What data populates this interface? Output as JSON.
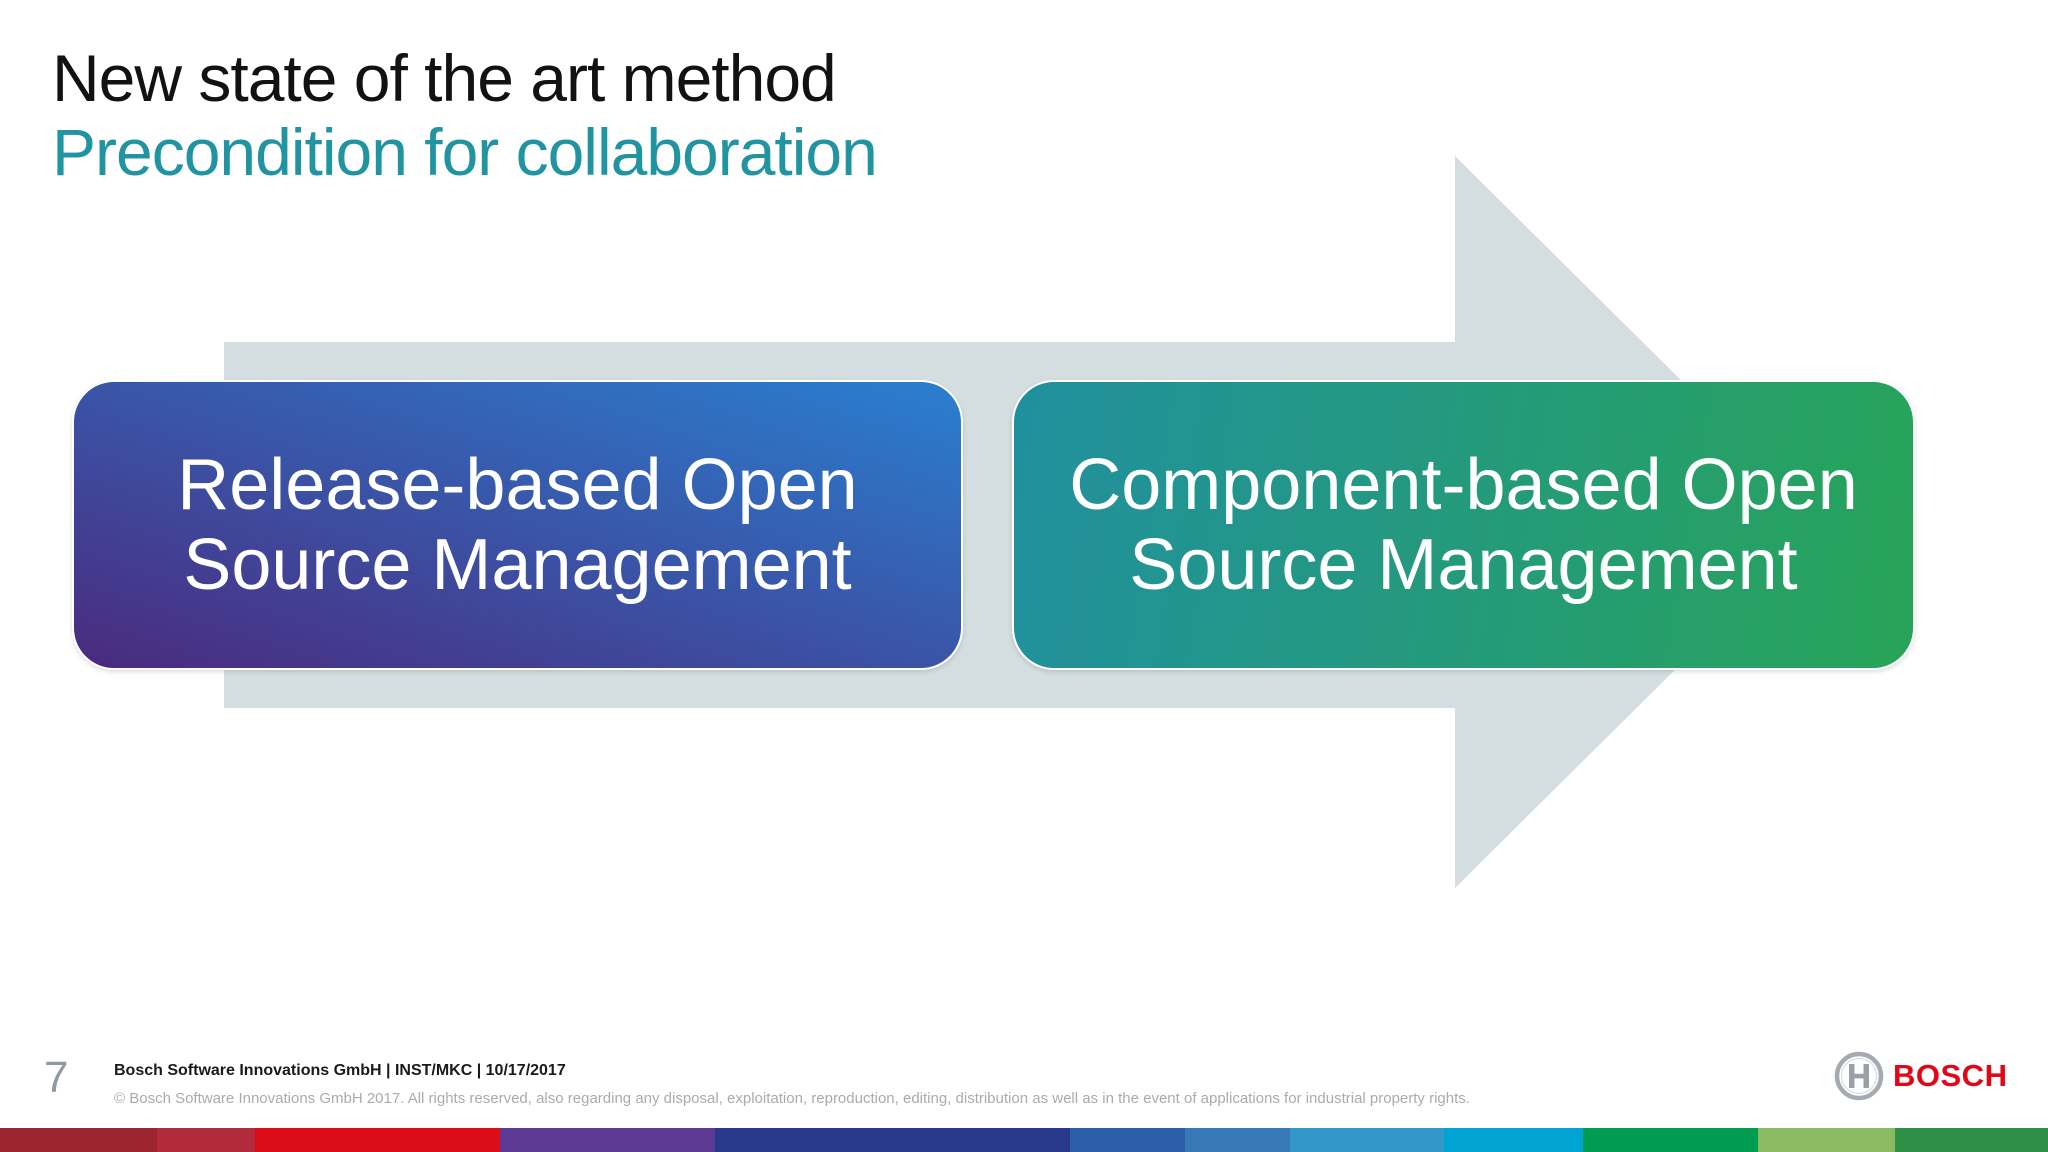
{
  "slide": {
    "title": "New state of the art method",
    "subtitle": "Precondition for collaboration",
    "subtitle_color": "#2094a0"
  },
  "diagram": {
    "arrow_color": "#d4dee0",
    "boxes": [
      {
        "line1": "Release-based Open",
        "line2": "Source Management",
        "gradient_dir": "to top right",
        "gradient_start": "#4a2a7e",
        "gradient_end": "#2a7fd0"
      },
      {
        "line1": "Component-based Open",
        "line2": "Source Management",
        "gradient_dir": "100deg",
        "gradient_start": "#21909f",
        "gradient_end": "#27a458"
      }
    ]
  },
  "footer": {
    "page_number": "7",
    "info_line": "Bosch Software Innovations GmbH | INST/MKC | 10/17/2017",
    "copyright": "© Bosch Software Innovations GmbH 2017. All rights reserved, also regarding any disposal, exploitation, reproduction, editing, distribution as well as in the event of applications for industrial property rights."
  },
  "logo": {
    "brand": "BOSCH",
    "brand_color": "#e20617",
    "symbol_icon": "bosch-armature-icon",
    "symbol_color": "#9aa0a6",
    "symbol_ring_color": "#a6abb1"
  },
  "brand_stripe": {
    "segments": [
      {
        "color": "#9b2531",
        "width_pct": 7.67
      },
      {
        "color": "#b12b3d",
        "width_pct": 4.78
      },
      {
        "color": "#dc0c19",
        "width_pct": 11.96
      },
      {
        "color": "#5c3a94",
        "width_pct": 10.5
      },
      {
        "color": "#293a8c",
        "width_pct": 17.33
      },
      {
        "color": "#2d5fa8",
        "width_pct": 5.62
      },
      {
        "color": "#3779b7",
        "width_pct": 5.13
      },
      {
        "color": "#3397c9",
        "width_pct": 7.52
      },
      {
        "color": "#00a3d2",
        "width_pct": 6.79
      },
      {
        "color": "#009c50",
        "width_pct": 8.54
      },
      {
        "color": "#8aba62",
        "width_pct": 6.69
      },
      {
        "color": "#2d9046",
        "width_pct": 7.47
      }
    ]
  }
}
